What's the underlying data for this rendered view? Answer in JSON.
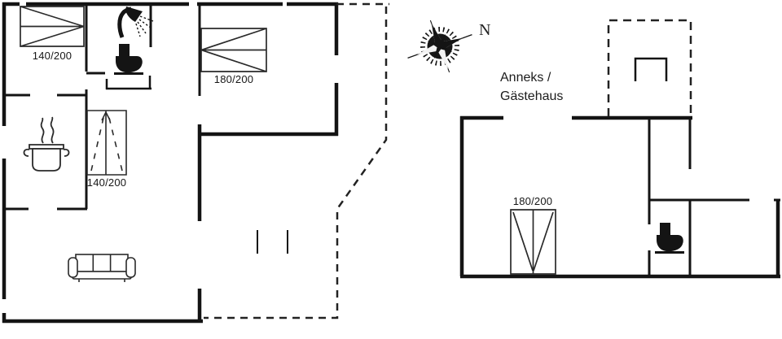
{
  "main_house": {
    "bedroom1": {
      "bed_label": "140/200"
    },
    "bedroom2": {
      "bed_label": "180/200"
    },
    "alcove": {
      "bed_label": "140/200"
    }
  },
  "annex": {
    "title_line1": "Anneks /",
    "title_line2": "Gästehaus",
    "bed_label": "180/200"
  },
  "compass": {
    "north_label": "N"
  },
  "icons": {
    "compass": "compass-rose-icon",
    "shower": "shower-icon",
    "toilet_main": "toilet-icon",
    "toilet_annex": "toilet-icon",
    "stove": "cooking-pot-icon",
    "sofa": "sofa-icon",
    "niche": "open-rectangle-furniture-icon"
  },
  "colors": {
    "wall": "#141414",
    "background": "#ffffff"
  }
}
